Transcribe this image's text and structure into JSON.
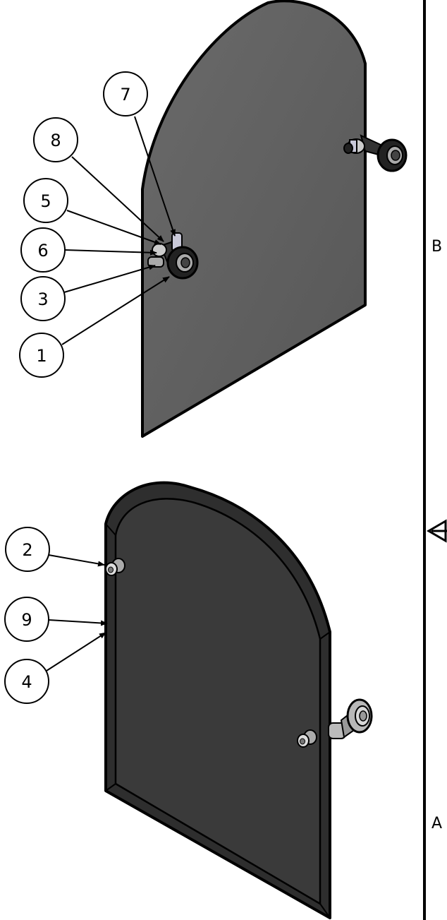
{
  "drawing": {
    "callouts_upper": [
      "7",
      "8",
      "5",
      "6",
      "3",
      "1"
    ],
    "callouts_lower": [
      "2",
      "9",
      "4"
    ],
    "zones": {
      "upper": "B",
      "lower": "A"
    },
    "colors": {
      "back_panel": "#5e5e5e",
      "front_panel": "#3a3a3a",
      "front_frame": "#2e2e2e",
      "hardware_light": "#c8c8d8",
      "hardware_dark": "#222222"
    }
  }
}
